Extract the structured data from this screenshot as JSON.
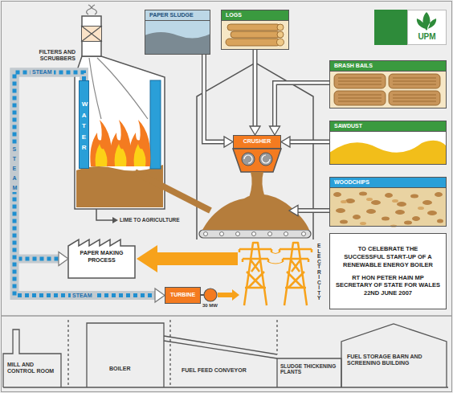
{
  "diagram": {
    "nodes": [
      {
        "text": [
          "FILTERS AND SCRUBBERS"
        ]
      },
      {
        "text": [
          "WATER"
        ]
      },
      {
        "text": [
          "PAPER SLUDGE"
        ]
      },
      {
        "text": [
          "LOGS"
        ]
      },
      {
        "text": [
          "UPM"
        ]
      },
      {
        "text": [
          "BRASH BAILS"
        ]
      },
      {
        "text": [
          "CRUSHER"
        ]
      },
      {
        "text": [
          "SAWDUST"
        ]
      },
      {
        "text": [
          "WOODCHIPS"
        ]
      },
      {
        "text": [
          "PAPER MAKING PROCESS"
        ]
      },
      {
        "text": [
          "TURBINE"
        ]
      },
      {
        "text": [
          "TO CELEBRATE THE SUCCESSFUL START-UP OF A RENEWABLE ENERGY BOILER",
          "RT HON PETER HAIN MP SECRETARY OF STATE FOR WALES 22ND JUNE 2007"
        ]
      }
    ],
    "edges": [
      {
        "from": 2,
        "to": 6,
        "arrow": "to"
      },
      {
        "from": 3,
        "to": 6,
        "arrow": "to"
      },
      {
        "from": 5,
        "to": 6,
        "arrow": "to"
      },
      {
        "from": 7,
        "to": 6,
        "arrow": "to"
      },
      {
        "from": 1,
        "to": 9,
        "arrow": "to"
      },
      {
        "from": 1,
        "to": 10,
        "arrow": "to"
      }
    ],
    "labels": [
      "STEAM",
      "STEAM",
      "STEAM",
      "LIME TO AGRICULTURE",
      "30 MW",
      "ELECTRICITY",
      "MILL AND CONTROL ROOM",
      "BOILER",
      "FUEL FEED CONVEYOR",
      "SLUDGE THICKENING PLANTS",
      "FUEL STORAGE BARN AND SCREENING BUILDING"
    ]
  }
}
